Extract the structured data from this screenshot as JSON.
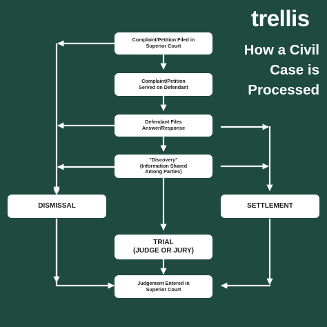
{
  "brand": {
    "logo": "trellis",
    "title_lines": [
      "How a Civil",
      "Case is",
      "Processed"
    ]
  },
  "colors": {
    "background": "#1e4a40",
    "box": "#ffffff",
    "arrow": "#ffffff",
    "text": "#1a1a1a"
  },
  "steps": {
    "complaint_filed": "Complaint/Petition Filed in\nSuperior Court",
    "complaint_served": "Complaint/Petition\nServed on Defendant",
    "defendant_answer": "Defendant Files\nAnswer/Response",
    "discovery": "\"Discovery\"\n(Information Shared\nAmong Parties)",
    "trial": "TRIAL\n(JUDGE OR JURY)",
    "judgement": "Judgement Entered in\nSuperior Court",
    "dismissal": "DISMISSAL",
    "settlement": "SETTLEMENT"
  }
}
